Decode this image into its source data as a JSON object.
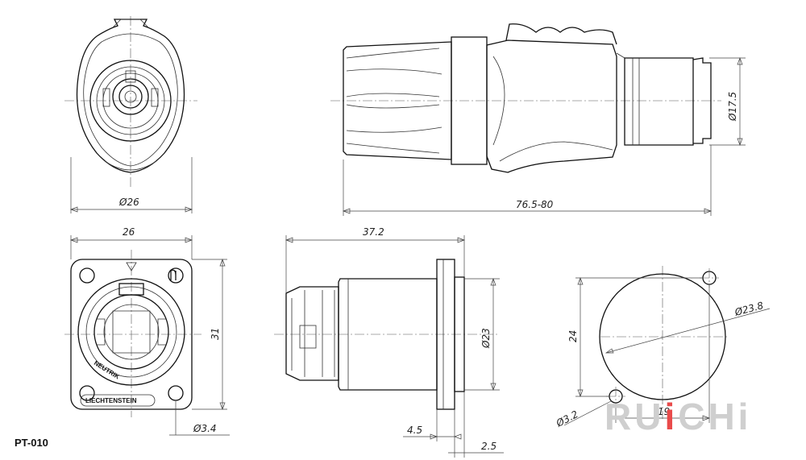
{
  "part_number": "PT-010",
  "brand_logo": {
    "before": "RU",
    "accent": "i",
    "after": "CHi"
  },
  "panel_labels": {
    "brand": "NEUTRIK",
    "origin": "LIECHTENSTEIN"
  },
  "dimensions": {
    "front_diameter": "Ø26",
    "cable_diameter": "Ø17.5",
    "plug_length": "76.5-80",
    "flange_width": "26",
    "flange_height": "31",
    "mount_hole": "Ø3.4",
    "receptacle_depth": "37.2",
    "barrel_diameter": "Ø23",
    "flange_offset": "4.5",
    "flange_thickness": "2.5",
    "cutout_diameter": "Ø23.8",
    "cutout_hole": "Ø3.2",
    "hole_spacing_v": "24",
    "hole_spacing_h": "19"
  }
}
